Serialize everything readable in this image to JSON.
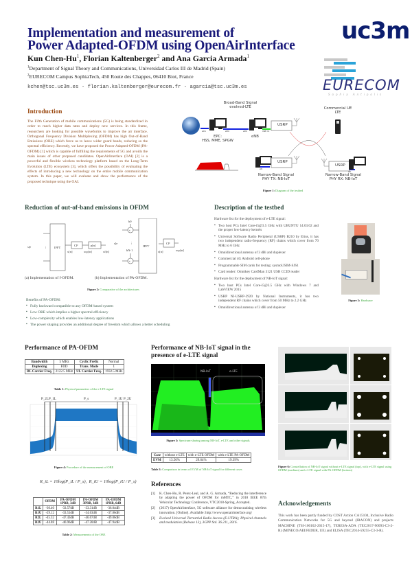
{
  "header": {
    "title_line1": "Implementation and measurement of",
    "title_line2": "Power Adapted-OFDM using OpenAirInterface",
    "authors": [
      {
        "name": "Kun Chen-Hu",
        "aff": "1"
      },
      {
        "name": "Florian Kaltenberger",
        "aff": "2"
      },
      {
        "name": "Ana Garcia Armada",
        "aff": "1"
      }
    ],
    "author_sep1": ", ",
    "author_sep2": " and ",
    "affiliations": [
      {
        "num": "1",
        "text": "Department of Signal Theory and Communications, Universidad Carlos III de Madrid (Spain)"
      },
      {
        "num": "2",
        "text": "EURECOM Campus SophiaTech, 450 Route des Chappes, 06410 Biot, France"
      }
    ],
    "emails": "kchen@tsc.uc3m.es - florian.kaltenberger@eurecom.fr - agarcia@tsc.uc3m.es",
    "logos": {
      "uc3m": "uc3m",
      "eurecom": "EURECOM",
      "eurecom_sub": "Sophia Antipolis"
    }
  },
  "intro": {
    "heading": "Introduction",
    "body": "The Fifth Generation of mobile communications (5G) is being standardized in order to reach higher data rates and deploy new services. In this frame, researchers are looking for possible waveforms to improve the air interface. Orthogonal Frequency Division Multiplexing (OFDM) has high Out-of-Band Emissions (OBE) which force us to leave wider guard bands, reducing so the spectral efficiency. Recently, we have proposed the Power Adapted-OFDM (PA-OFDM) [1] which is capable of fulfilling the requirements of 5G and avoids the main issues of other proposed candidates. OpenAirInterface (OAI) [2] is a powerful and flexible wireless technology platform based on the Long-Term Evolution (LTE) ecosystem [3], which offers the possibility of evaluating the effects of introducing a new technology on the entire mobile communication system. In this paper, we will evaluate and show the performance of the proposed technique using the OAI."
  },
  "fig1": {
    "broadband_label1": "Broad-Band Signal",
    "broadband_label2": "evolved-LTE",
    "epc_label1": "EPC:",
    "epc_label2": "HSS, MME, SPGW",
    "enb_label": "eNB",
    "usrp": "USRP",
    "eth1": "eth1",
    "eth0a": "eth0",
    "eth0b": "eth0",
    "usb": "USB 3.0",
    "eth": "eth",
    "ue_label1": "Commercial UE",
    "ue_label2": "LTE",
    "nb_tx1": "Narrow-Band Signal",
    "nb_tx2": "PHY TX: NB-IoT",
    "nb_rx1": "Narrow-Band Signal",
    "nb_rx2": "PHY RX: NB-IoT",
    "caption_num": "Figure 1:",
    "caption": "Diagram of the testbed"
  },
  "oob": {
    "heading": "Reduction of out-of-band emissions in OFDM",
    "fig_a": {
      "ifft": "IFFT",
      "cp": "CP",
      "pn": "p[n]",
      "input": "s[e^jw]",
      "xn": "x[n]",
      "xcp": "x_cp[n]",
      "xf": "x_f[n]",
      "caption": "(a) Implementation of f-OFDM."
    },
    "fig_b": {
      "ifft": "IFFT",
      "cp": "CP",
      "input": "s[e^jw]",
      "b0": "b_0",
      "bn": "b_N-1",
      "xn": "x[n]",
      "xcp": "x_cp[n]",
      "caption": "(b) Implementation of PA-OFDM."
    },
    "caption_num": "Figure 2:",
    "caption": "Comparative of the architectures",
    "benefits_title": "Benefits of PA-OFDM:",
    "benefits": [
      "Fully backward compatible to any OFDM-based system",
      "Low OBE which implies a higher spectral efficiency",
      "Low-complexity which enables low-latency applications",
      "The power shaping provides an additional degree of freedom which allows a better scheduling"
    ]
  },
  "testbed": {
    "heading": "Description of the testbed",
    "elte_title": "Hardware list for the deployment of e-LTE signal:",
    "elte_items": [
      "Two host PCs Intel Core-i5@3.5 GHz with UBUNTU 14.03.02 and the proper low-latency kernels",
      "Universal Software Radio Peripheral (USRP) B210 by Ettus, it has two independent radio-frequency (RF) chains which cover from 70 MHz to 6 GHz",
      "Omnidirectional antenna of 3 dBi and duplexer",
      "Commercial 4G Android cell-phone",
      "Programmable SIM cards for testing: sysmoUSIM-SJS1",
      "Card reader: Omnikey CardMan 3121 USB CCID reader"
    ],
    "nbiot_title": "Hardware list for the deployment of NB-IoT signal:",
    "nbiot_items": [
      "Two host PCs Intel Core-i5@3.5 GHz with Windows 7 and LabVIEW 2015",
      "USRP NI-USRP-2920 by National Instruments, it has two independent RF chains which cover from 50 MHz to 2.2 GHz",
      "Omnidirectional antenna of 3 dBi and duplexer"
    ],
    "fig3_caption_num": "Figure 3:",
    "fig3_caption": "Hardware"
  },
  "pa_perf": {
    "heading": "Performance of PA-OFDM",
    "table1": {
      "rows": [
        [
          "Bandwidth",
          "5 MHz",
          "Cyclic Prefix",
          "Normal"
        ],
        [
          "Duplexing",
          "FDD",
          "Trans. Mode",
          "1"
        ],
        [
          "DL Carrier Freq.",
          "2122.5 MHz",
          "UL Carrier Freq.",
          "1932.5 MHz"
        ]
      ],
      "caption_num": "Table 1:",
      "caption": "Physical parameters of the e-LTE signal"
    },
    "fig4": {
      "markers": [
        "P_2L",
        "P_1L",
        "P_s",
        "P_1U",
        "P_2U"
      ],
      "caption_num": "Figure 4:",
      "caption": "Procedure of the measurement of OBE"
    },
    "formula_left": "R_iL = 10log(P_iL / P_s)",
    "formula_right": "R_iU = 10log(P_iU / P_s)",
    "table2": {
      "headers": [
        "",
        "OFDM",
        "PA-OFDM 1PRB, 3dB",
        "PA-OFDM 3PRB, 3dB",
        "PA-OFDM 1PRB, 6dB"
      ],
      "rows": [
        [
          "R1L",
          "-30.40",
          "-33.57dB",
          "-33.31dB",
          "-36.04dB"
        ],
        [
          "R1U",
          "-29.12",
          "-33.51dB",
          "-34.63dB",
          "-37.86dB"
        ],
        [
          "R2L",
          "-45.32",
          "-47.43dB",
          "-46.67dB",
          "-49.06dB"
        ],
        [
          "R2U",
          "-44.88",
          "-46.96dB",
          "-47.20dB",
          "-47.94dB"
        ]
      ],
      "caption_num": "Table 2:",
      "caption": "Measurements of the OBE"
    }
  },
  "nbiot_perf": {
    "heading": "Performance of NB-IoT signal in the presence of e-LTE signal",
    "fig5": {
      "label_nbiot": "NB-IoT",
      "label_elte": "e-LTE",
      "caption_num": "Figure 5:",
      "caption": "Spectrum-sharing among NB-IoT, e-LTE and other signals"
    },
    "table3": {
      "headers": [
        "Case",
        "without e-LTE",
        "with e-LTE OFDM",
        "with e-LTE PA-OFDM"
      ],
      "row": [
        "EVM",
        "13.56%",
        "29.64%",
        "19.39%"
      ],
      "caption_num": "Table 3:",
      "caption": "Comparison in terms of EVM of NB-IoT signal for different cases"
    }
  },
  "references": {
    "heading": "References",
    "items": [
      {
        "num": "[1]",
        "text": "K. Chen-Hu, R. Perez-Leal, and A. G. Armada, “Reducing the interference by adapting the power of OFDM for mMTC,” in 2018 IEEE 87th Vehicular Technology Conference, VTC2018-Spring, Accepted."
      },
      {
        "num": "[2]",
        "text": "(2017) OpenAirInterface, 5G software alliance for democratising wireless innovation. [Online]. Available: http://www.openairinterface.org/"
      },
      {
        "num": "[3]",
        "text": "Evolved Universal Terrestrial Radio Access (E-UTRA); Physical channels and modulation (Release 13), 3GPP Std. 36.211, 2016."
      }
    ]
  },
  "fig6": {
    "caption_num": "Figure 6:",
    "caption": "Constellation of NB-IoT signal without e-LTE signal (top), with e-LTE signal using OFDM (medium) and e-LTE signal with PA-OFDM (bottom)"
  },
  "ack": {
    "heading": "Acknowledgements",
    "body": "This work has been partly funded by COST Action CA15104, Inclusive Radio Communication Networks for 5G and beyond (IRACON) and projects MACHINE (TSI-100102-2015-17), TERESA-ADA (TEC2017-90093-C3-2-R) (MINECO/AEI/FEDER, UE) and ELISA (TEC2014-59255-C3-3-R)."
  },
  "colors": {
    "title": "#1a1a7a",
    "intro": "#9b4a12",
    "heading": "#2e4a3e",
    "caption": "#3caa3c",
    "spectrum": "#1f77c4"
  }
}
